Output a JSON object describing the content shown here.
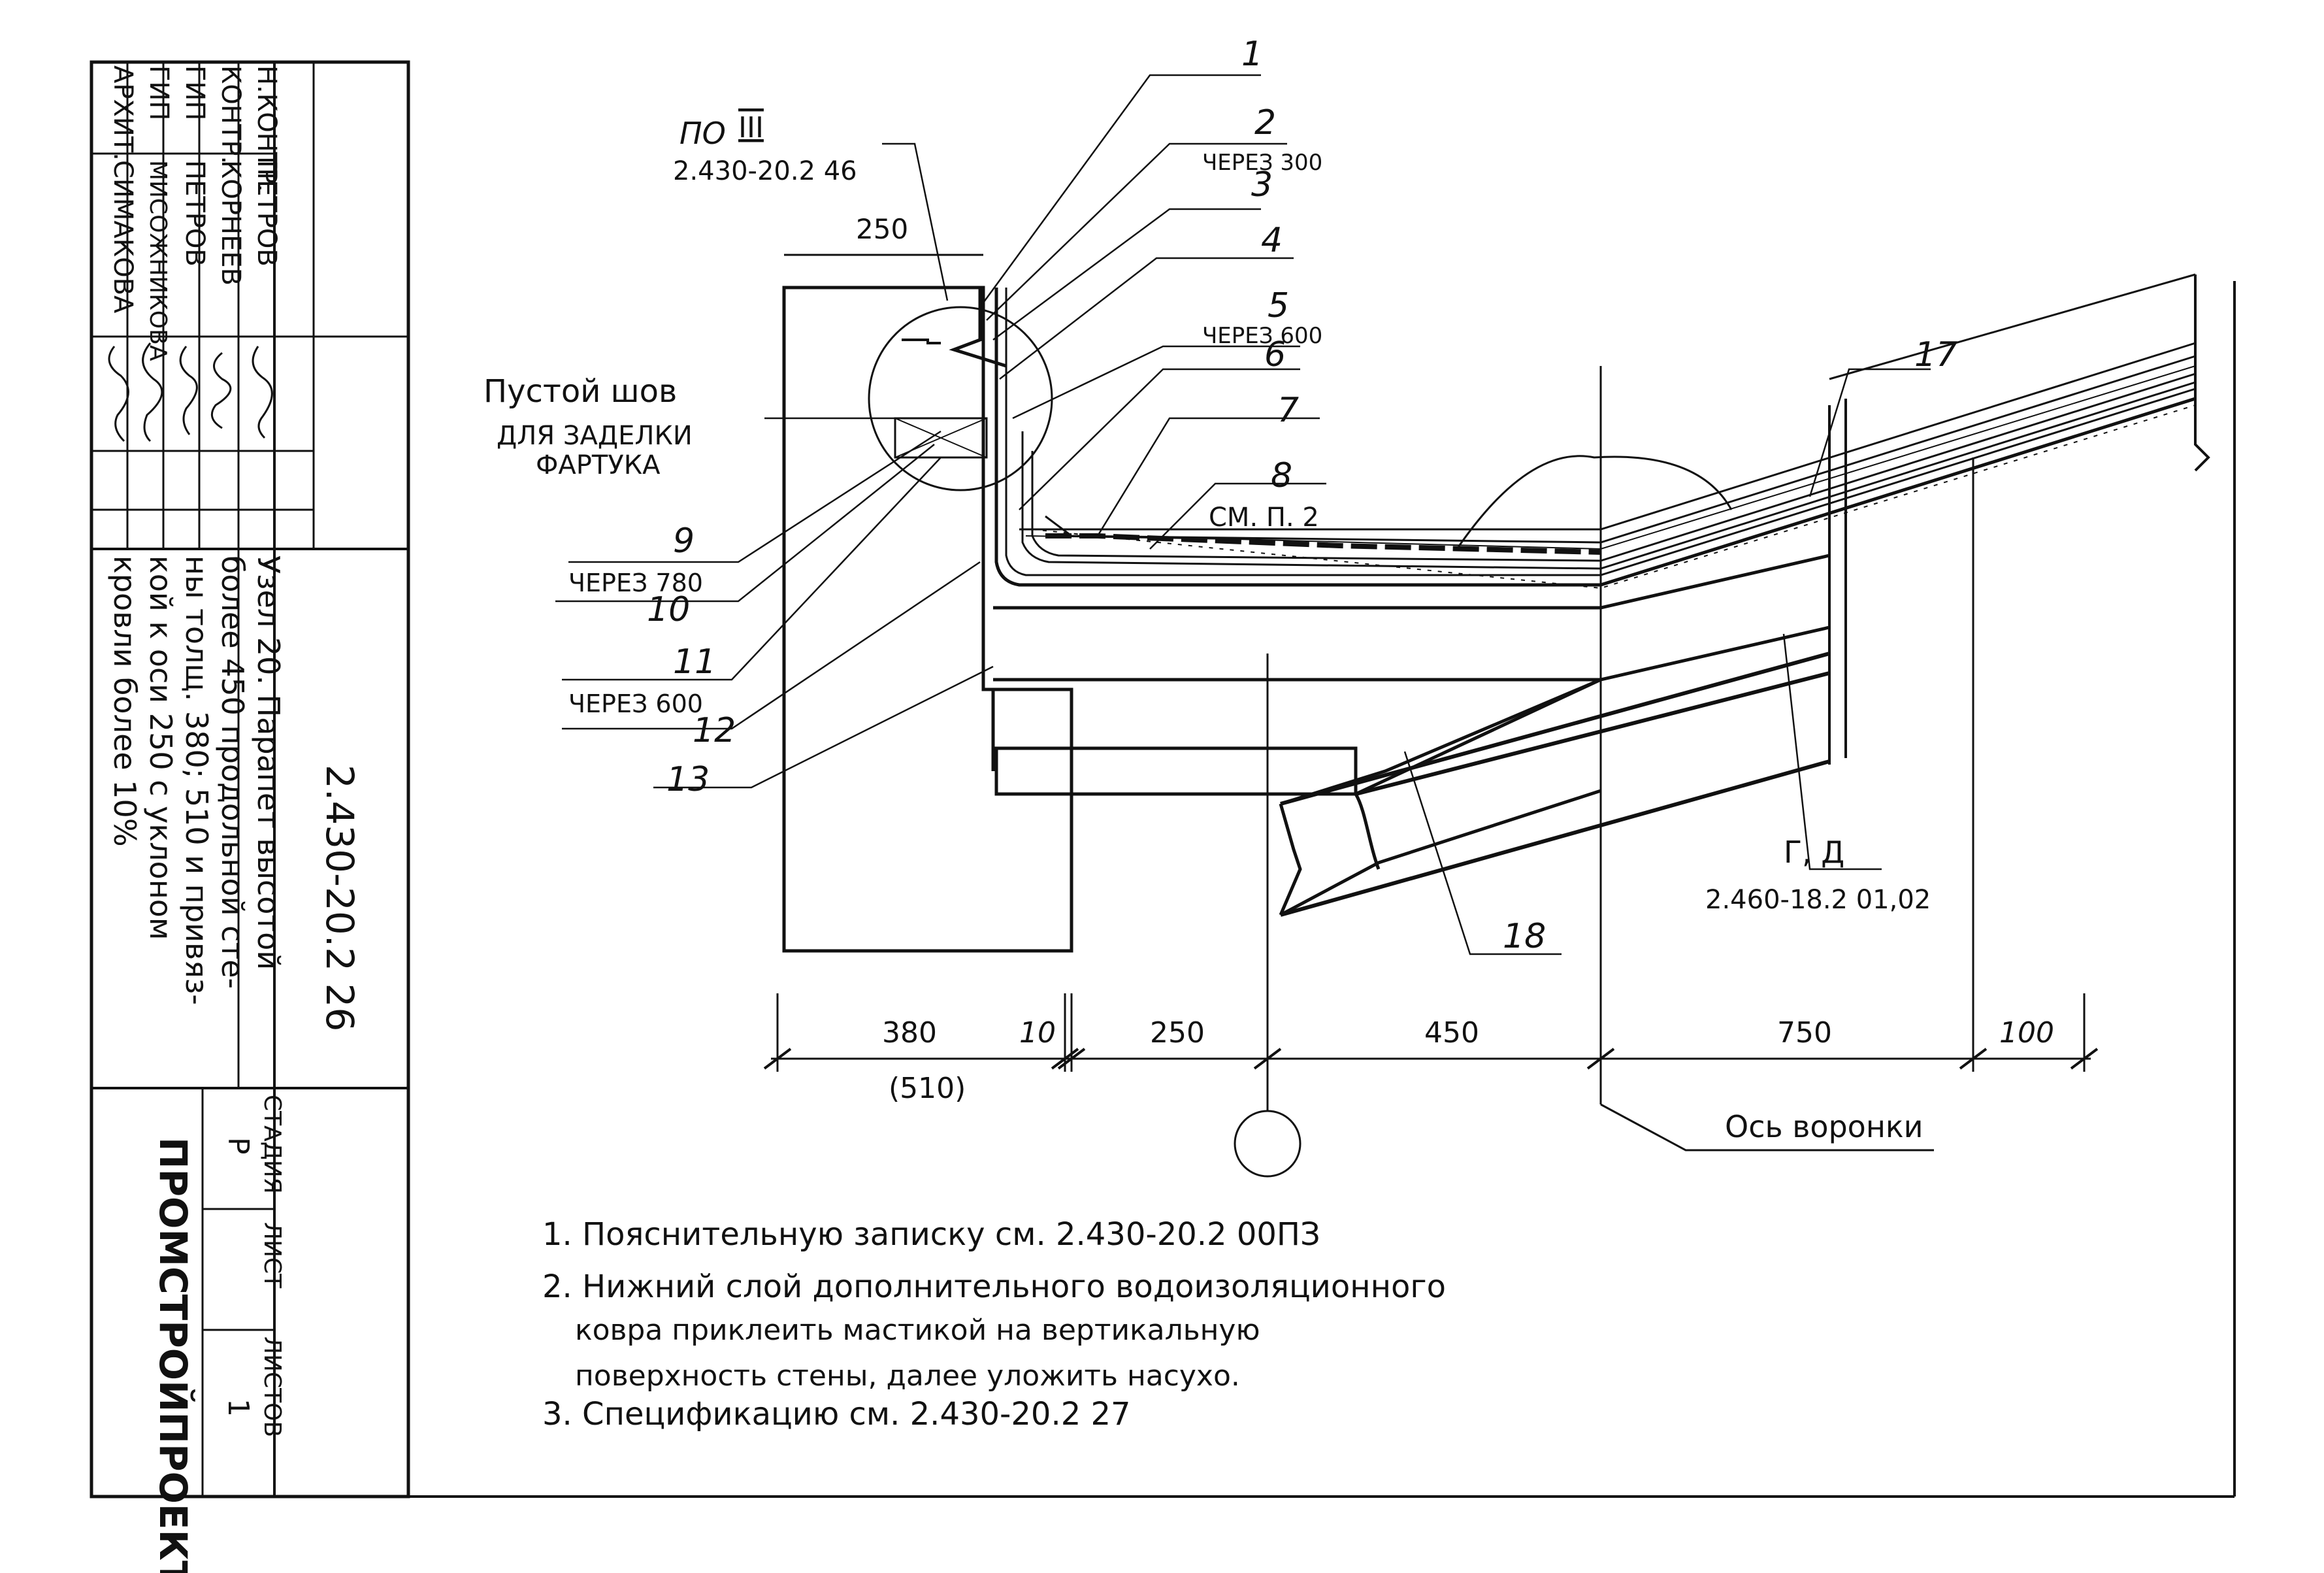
{
  "title_block": {
    "roles": [
      "Н.КОНТР.",
      "КОНТР.",
      "ГИП",
      "ГИП",
      "АРХИТ."
    ],
    "names": [
      "ПЕТРОВ",
      "КОРНЕЕВ",
      "ПЕТРОВ",
      "МИСОЖНИКОВА",
      "СИМАКОВА"
    ],
    "description": "Узел 20. Парапет высотой более 450 продольной стены толщ. 380; 510 и привязкой к оси 250 с уклоном кровли более 10%",
    "sheet_code": "2.430-20.2 26",
    "stage_header": "СТАДИЯ",
    "sheet_header": "ЛИСТ",
    "sheets_header": "ЛИСТОВ",
    "stage": "Р",
    "sheets": "1",
    "organization": "ПРОМСТРОЙПРОЕКТ"
  },
  "drawing": {
    "ref_node_label": "ПО",
    "ref_node_numeral": "III",
    "ref_node_doc": "2.430-20.2 46",
    "dim_top": "250",
    "empty_seam_title": "Пустой шов",
    "empty_seam_sub1": "ДЛЯ ЗАДЕЛКИ",
    "empty_seam_sub2": "ФАРТУКА",
    "pos": [
      "1",
      "2",
      "3",
      "4",
      "5",
      "6",
      "7",
      "8",
      "9",
      "10",
      "11",
      "12",
      "13",
      "17",
      "18"
    ],
    "pos2_note": "ЧЕРЕЗ 300",
    "pos5_note": "ЧЕРЕЗ 600",
    "pos8_note": "СМ. П. 2",
    "pos9_note": "ЧЕРЕЗ 780",
    "pos11_note": "ЧЕРЕЗ 600",
    "gd_label": "Г, Д",
    "gd_doc": "2.460-18.2 01,02",
    "dims": [
      "380",
      "10",
      "250",
      "450",
      "750",
      "100"
    ],
    "dim_alt": "(510)",
    "axis_label": "Ось воронки"
  },
  "notes": [
    "1. Пояснительную записку см. 2.430-20.2 00ПЗ",
    "2. Нижний слой дополнительного водоизоляционного",
    "ковра приклеить мастикой на вертикальную",
    "поверхность стены, далее уложить насухо.",
    "3. Спецификацию см. 2.430-20.2 27"
  ]
}
